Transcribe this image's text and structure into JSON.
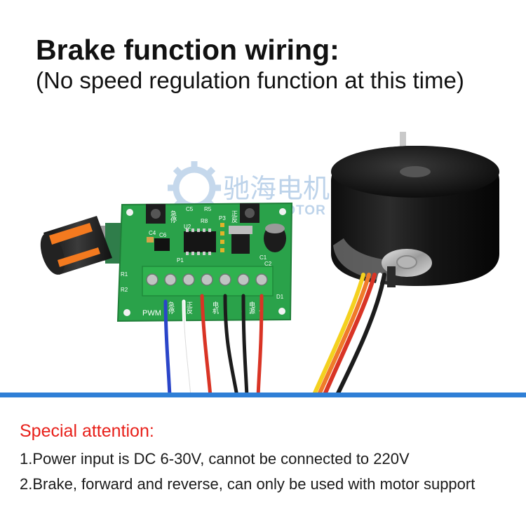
{
  "heading": {
    "title": "Brake function wiring:",
    "subtitle": "(No speed regulation function at this time)"
  },
  "watermark": {
    "brand_cn": "驰海电机",
    "brand_en": "CHIHAIMOTOR"
  },
  "board": {
    "labels": {
      "c5": "C5",
      "r5": "R5",
      "r8": "R8",
      "p3": "P3",
      "c4": "C4",
      "c6": "C6",
      "u2": "U2",
      "p1": "P1",
      "c1": "C1",
      "c2": "C2",
      "d1": "D1",
      "r1": "R1",
      "r2": "R2",
      "brake_cn": "急停",
      "forward_cn": "正反",
      "pwm": "PWM",
      "motor_cn": "电机",
      "power_cn": "电源",
      "minus": "-",
      "plus": "+"
    }
  },
  "attention": {
    "title": "Special attention:",
    "items": [
      "1.Power input is DC 6-30V, cannot be connected to 220V",
      "2.Brake, forward and reverse, can only be used with motor support"
    ]
  },
  "colors": {
    "divider": "#2f7fd6",
    "attention": "#e8201a",
    "pcb": "#2aa24a",
    "terminal": "#2fb24f",
    "motor": "#1a1a1a",
    "knob_orange": "#f47a1f"
  },
  "icons": [
    "gear-watermark-icon",
    "potentiometer-knob-icon",
    "push-button-icon"
  ]
}
